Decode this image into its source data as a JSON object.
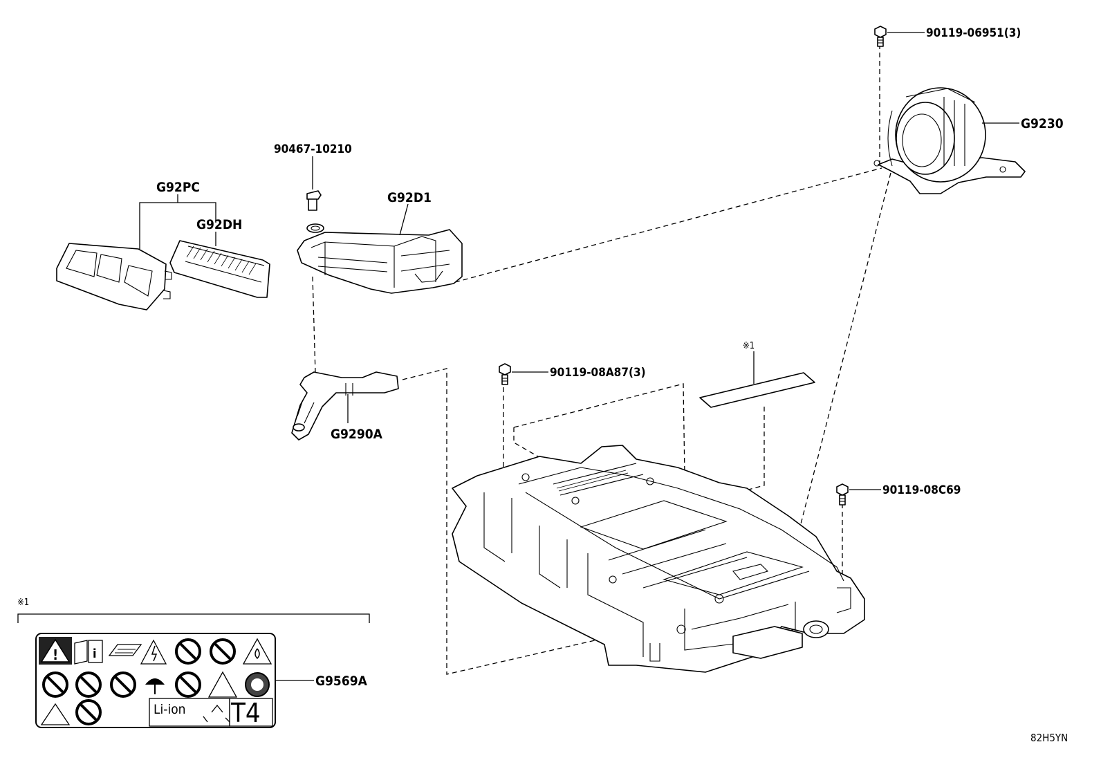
{
  "parts": {
    "bolt_top": "90119-06951(3)",
    "blower": "G9230",
    "clip": "90467-10210",
    "duct": "G92D1",
    "inlet_assembly": "G92PC",
    "filter": "G92DH",
    "harness": "G9290A",
    "bolt_mid": "90119-08A87(3)",
    "bolt_right": "90119-08C69",
    "caution_label": "G9569A"
  },
  "notes": {
    "ref_mark_top": "※1",
    "ref_mark_bottom": "※1"
  },
  "caution_label_text": {
    "battery_type": "Li-ion",
    "code": "T4"
  },
  "diagram_id": "82H5YN"
}
